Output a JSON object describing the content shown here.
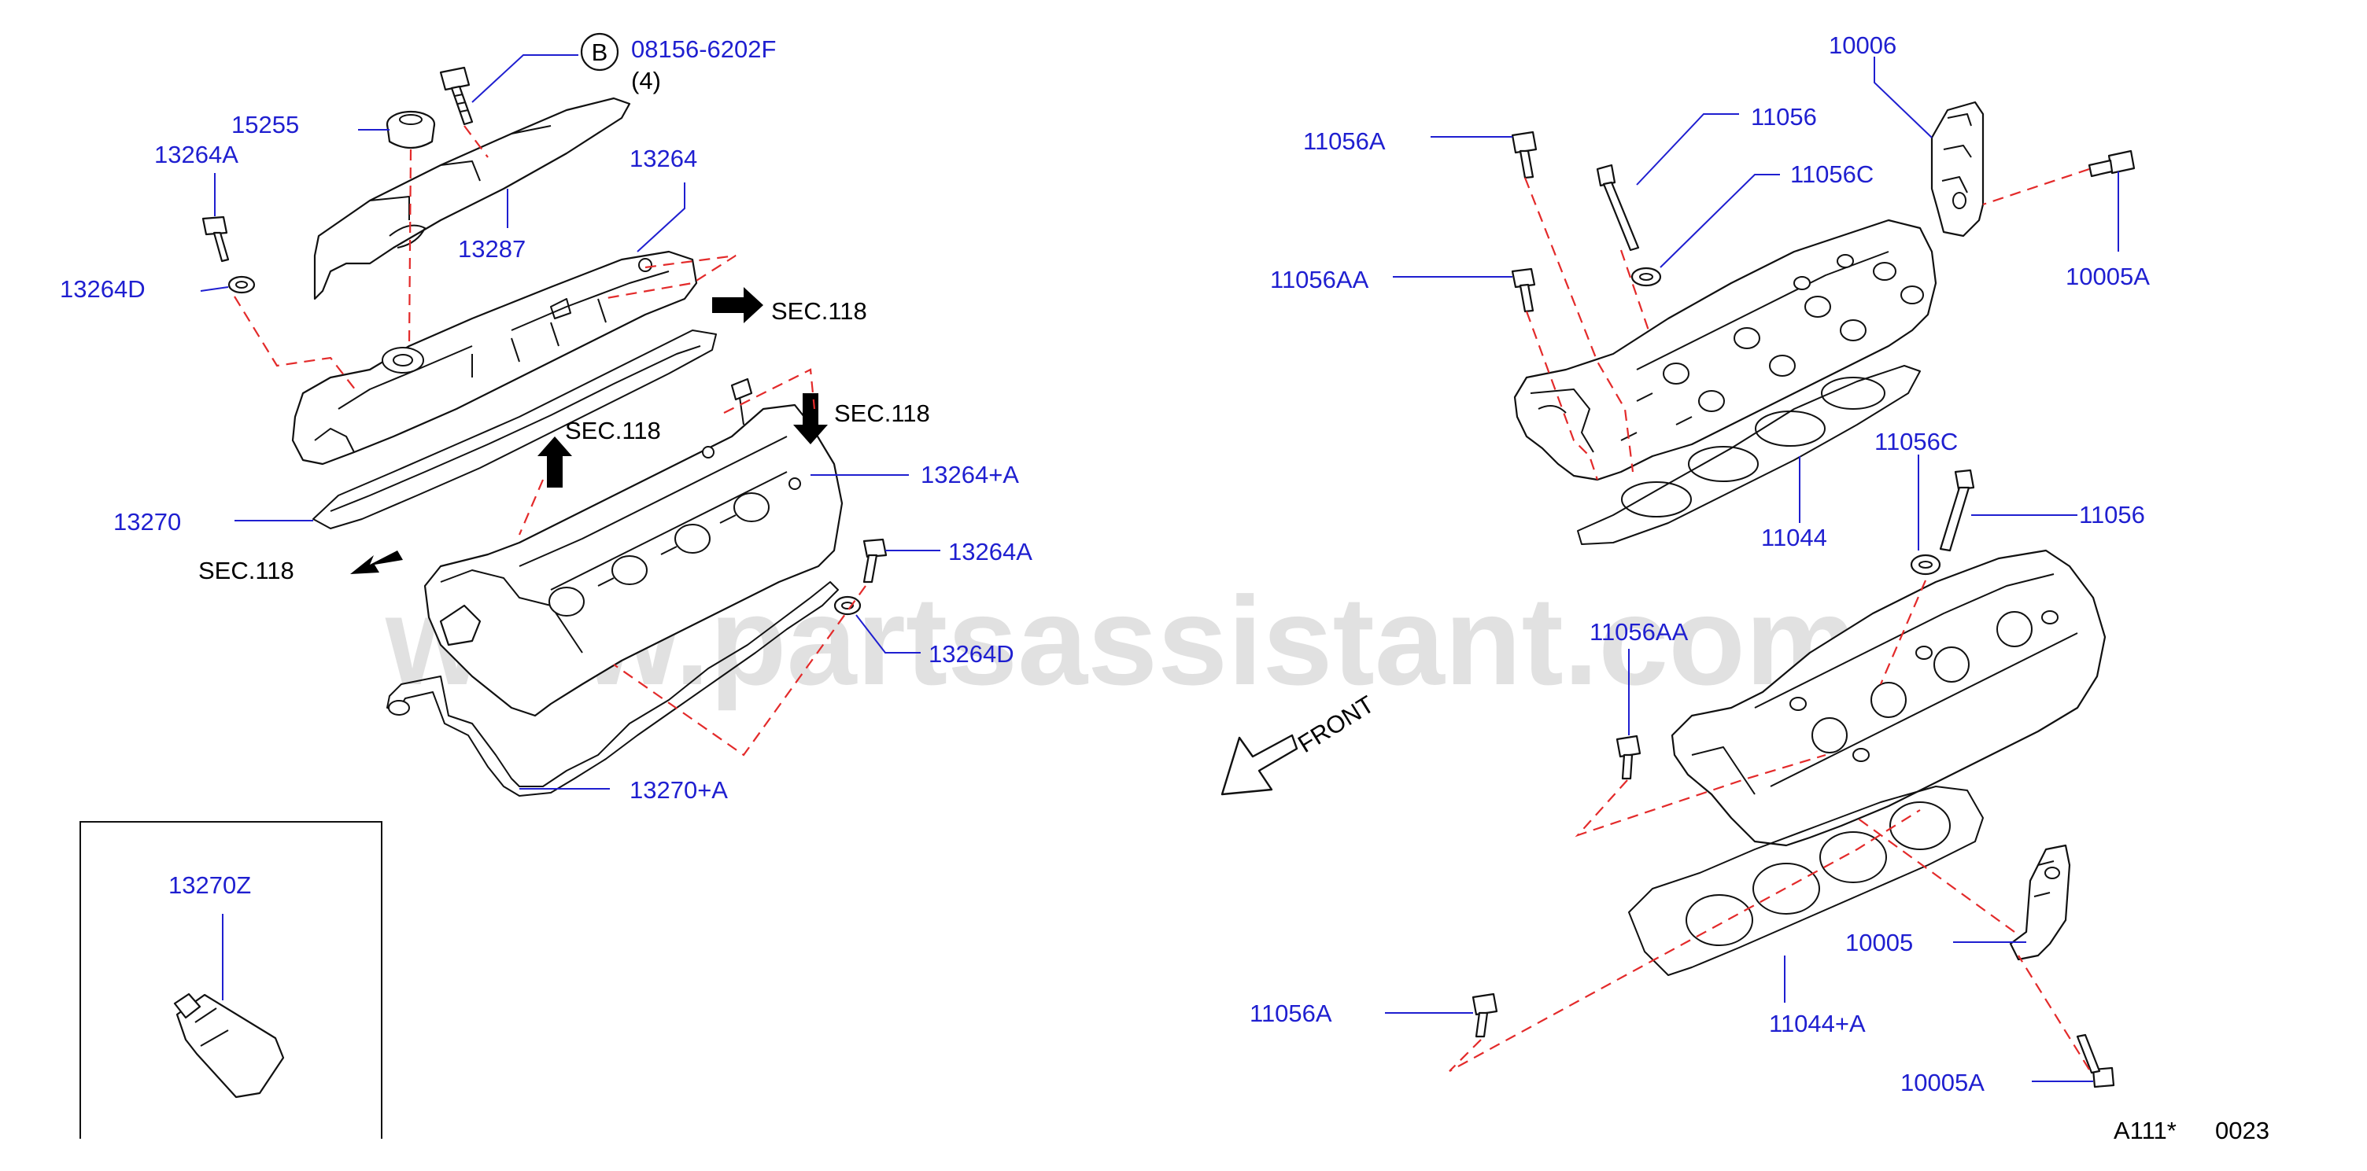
{
  "callouts": {
    "c08156": "08156-6202F",
    "c08156_qty": "(4)",
    "b_circle": "B",
    "c15255": "15255",
    "c13264A_top": "13264A",
    "c13264": "13264",
    "c13287": "13287",
    "c13264D_top": "13264D",
    "sec118_right": "SEC.118",
    "sec118_mid": "SEC.118",
    "sec118_up": "SEC.118",
    "sec118_left": "SEC.118",
    "c13270": "13270",
    "c13264A_plus": "13264+A",
    "c13264A_mid": "13264A",
    "c13264D_mid": "13264D",
    "c13270A_plus": "13270+A",
    "c13270Z": "13270Z",
    "c10006": "10006",
    "c11056A_top": "11056A",
    "c11056_top": "11056",
    "c11056C_top": "11056C",
    "c10005A_top": "10005A",
    "c11056AA_top": "11056AA",
    "c11044": "11044",
    "c11056C_mid": "11056C",
    "c11056_mid": "11056",
    "c11056AA_mid": "11056AA",
    "front": "FRONT",
    "c10005": "10005",
    "c11056A_bot": "11056A",
    "c11044A_plus": "11044+A",
    "c10005A_bot": "10005A"
  },
  "footer": {
    "ref_code": "A111*",
    "page_no": "0023"
  },
  "watermark": "www.partsassistant.com",
  "colors": {
    "callout_text": "#1f1fd0",
    "leader_line": "#1f1fd0",
    "dashed_line": "#e32a2a",
    "outline": "#111111"
  }
}
